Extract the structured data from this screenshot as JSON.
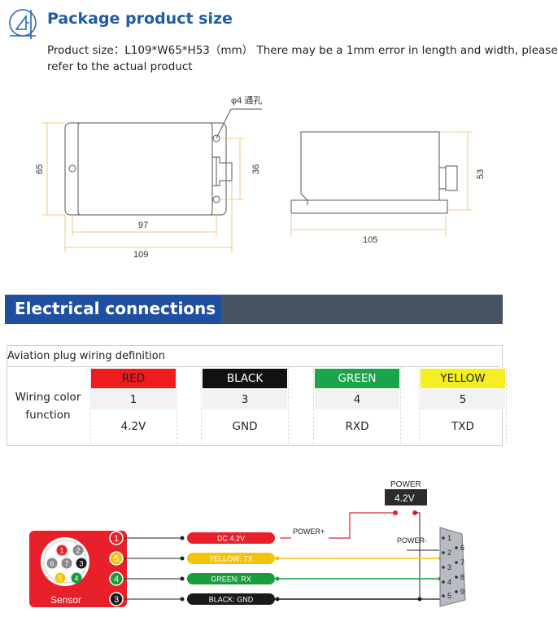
{
  "header": {
    "title": "Package product size",
    "desc_line1": "Product size：L109*W65*H53（mm）  There may be a 1mm error in length and width, please",
    "desc_line2": "refer to the actual product"
  },
  "drawing": {
    "hole_label": "φ4 通孔",
    "dim_65": "65",
    "dim_36": "36",
    "dim_97": "97",
    "dim_109": "109",
    "dim_105": "105",
    "dim_53": "53"
  },
  "electrical": {
    "title": "Electrical connections"
  },
  "table": {
    "caption": "Aviation plug wiring definition",
    "row_label": "Wiring color function",
    "columns": [
      {
        "color_name": "RED",
        "bg": "#ee1c1c",
        "fg": "#222222",
        "pin": "1",
        "function": "4.2V"
      },
      {
        "color_name": "BLACK",
        "bg": "#111111",
        "fg": "#ffffff",
        "pin": "3",
        "function": "GND"
      },
      {
        "color_name": "GREEN",
        "bg": "#1aa54b",
        "fg": "#ffffff",
        "pin": "4",
        "function": "RXD"
      },
      {
        "color_name": "YELLOW",
        "bg": "#f4ee22",
        "fg": "#222222",
        "pin": "5",
        "function": "TXD"
      }
    ]
  },
  "wiring": {
    "power_label": "POWER",
    "power_value": "4.2V",
    "power_plus": "POWER+",
    "power_minus": "POWER-",
    "sensor_label": "Sensor",
    "wires": [
      {
        "pin": "1",
        "label": "DC 4.2V",
        "color": "#e8202a"
      },
      {
        "pin": "5",
        "label": "YELLOW: TX",
        "color": "#f2c40f"
      },
      {
        "pin": "4",
        "label": "GREEN: RX",
        "color": "#1a9c3c"
      },
      {
        "pin": "3",
        "label": "BLACK: GND",
        "color": "#1a1a1a"
      }
    ],
    "db9_left_pins": [
      "1",
      "2",
      "3",
      "4",
      "5"
    ],
    "db9_right_pins": [
      "6",
      "7",
      "8",
      "9"
    ],
    "connector_pins": [
      "1",
      "2",
      "3",
      "4",
      "5",
      "6",
      "7"
    ]
  },
  "colors": {
    "accent_blue": "#1f5aa6",
    "bar_dark": "#455361",
    "bar_blue": "#1f4fa1",
    "sensor_red": "#e8202a"
  }
}
